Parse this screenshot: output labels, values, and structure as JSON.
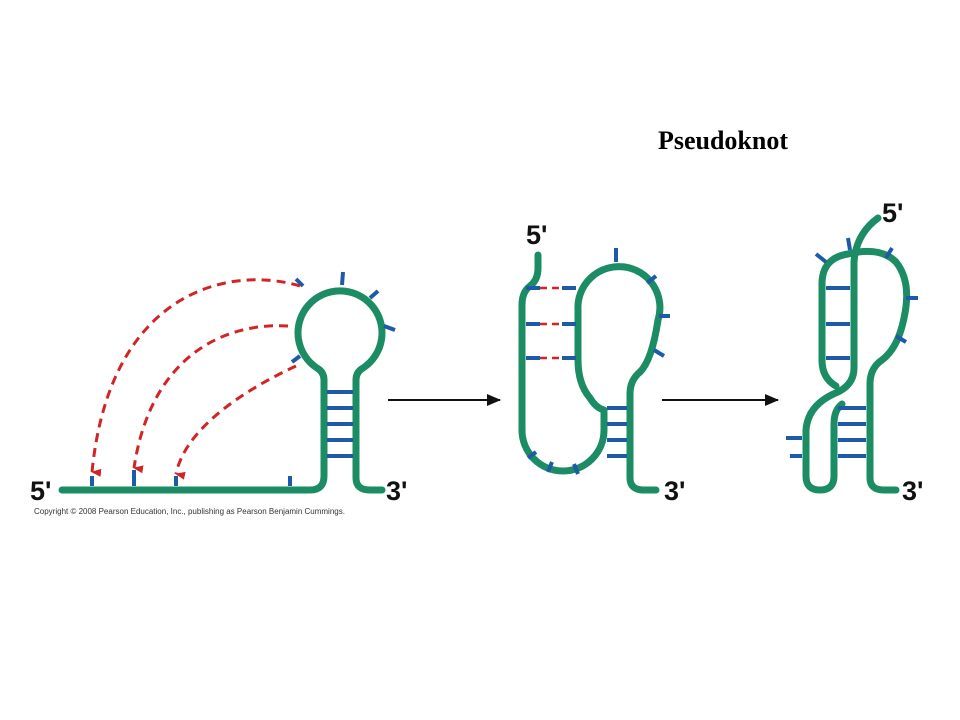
{
  "title": "Pseudoknot",
  "labels": {
    "five_prime": "5'",
    "three_prime": "3'"
  },
  "copyright": "Copyright © 2008 Pearson Education, Inc., publishing as Pearson Benjamin Cummings.",
  "colors": {
    "strand": "#1b8c63",
    "base": "#1e5aa8",
    "pairing_arrow": "#d22424",
    "process_arrow": "#111111"
  }
}
